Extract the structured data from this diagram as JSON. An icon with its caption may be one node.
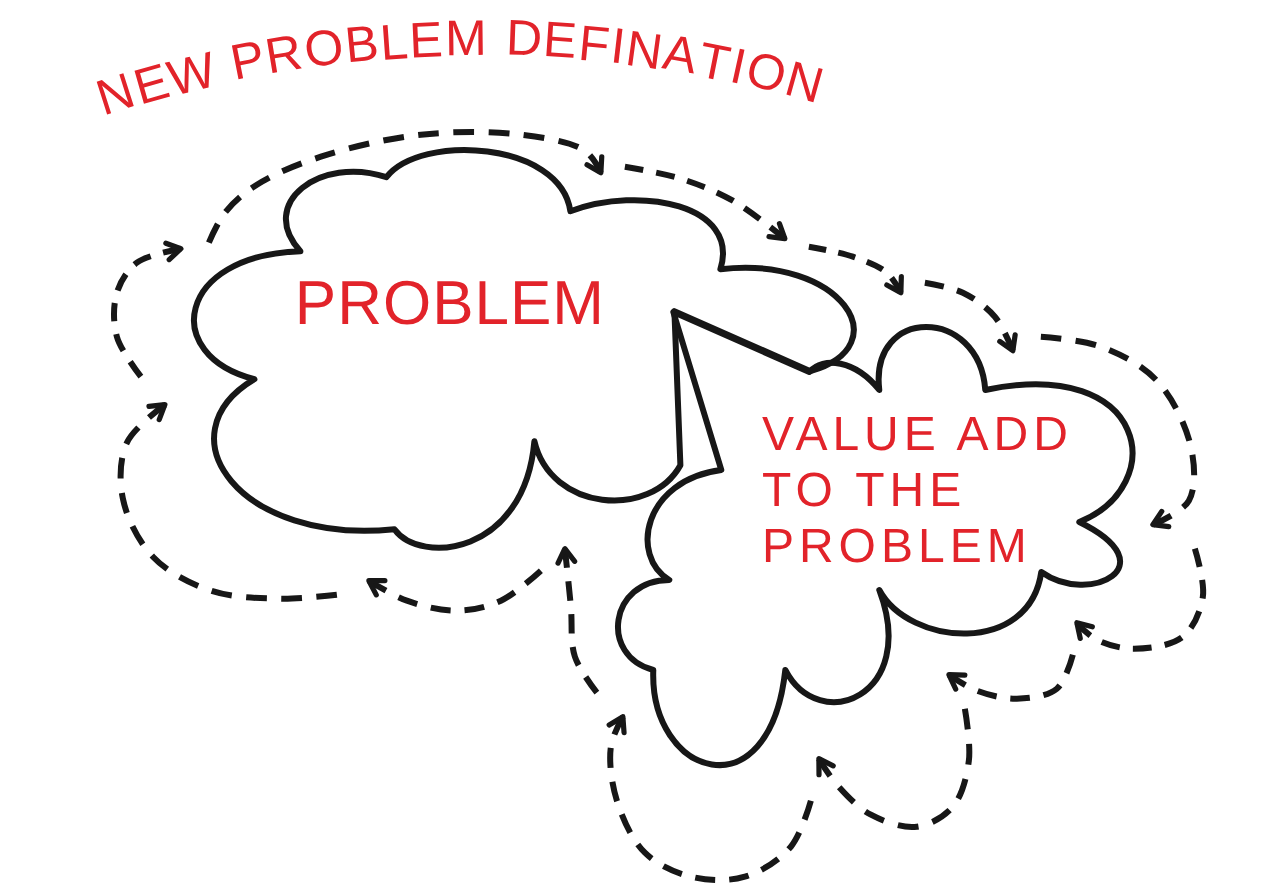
{
  "diagram": {
    "nodes": [
      {
        "text": [
          "NEW PROBLEM DEFINATION"
        ]
      },
      {
        "text": [
          "PROBLEM"
        ],
        "in": 0
      },
      {
        "text": [
          "VALUE ADD TO THE PROBLEM"
        ],
        "in": 0
      }
    ]
  }
}
